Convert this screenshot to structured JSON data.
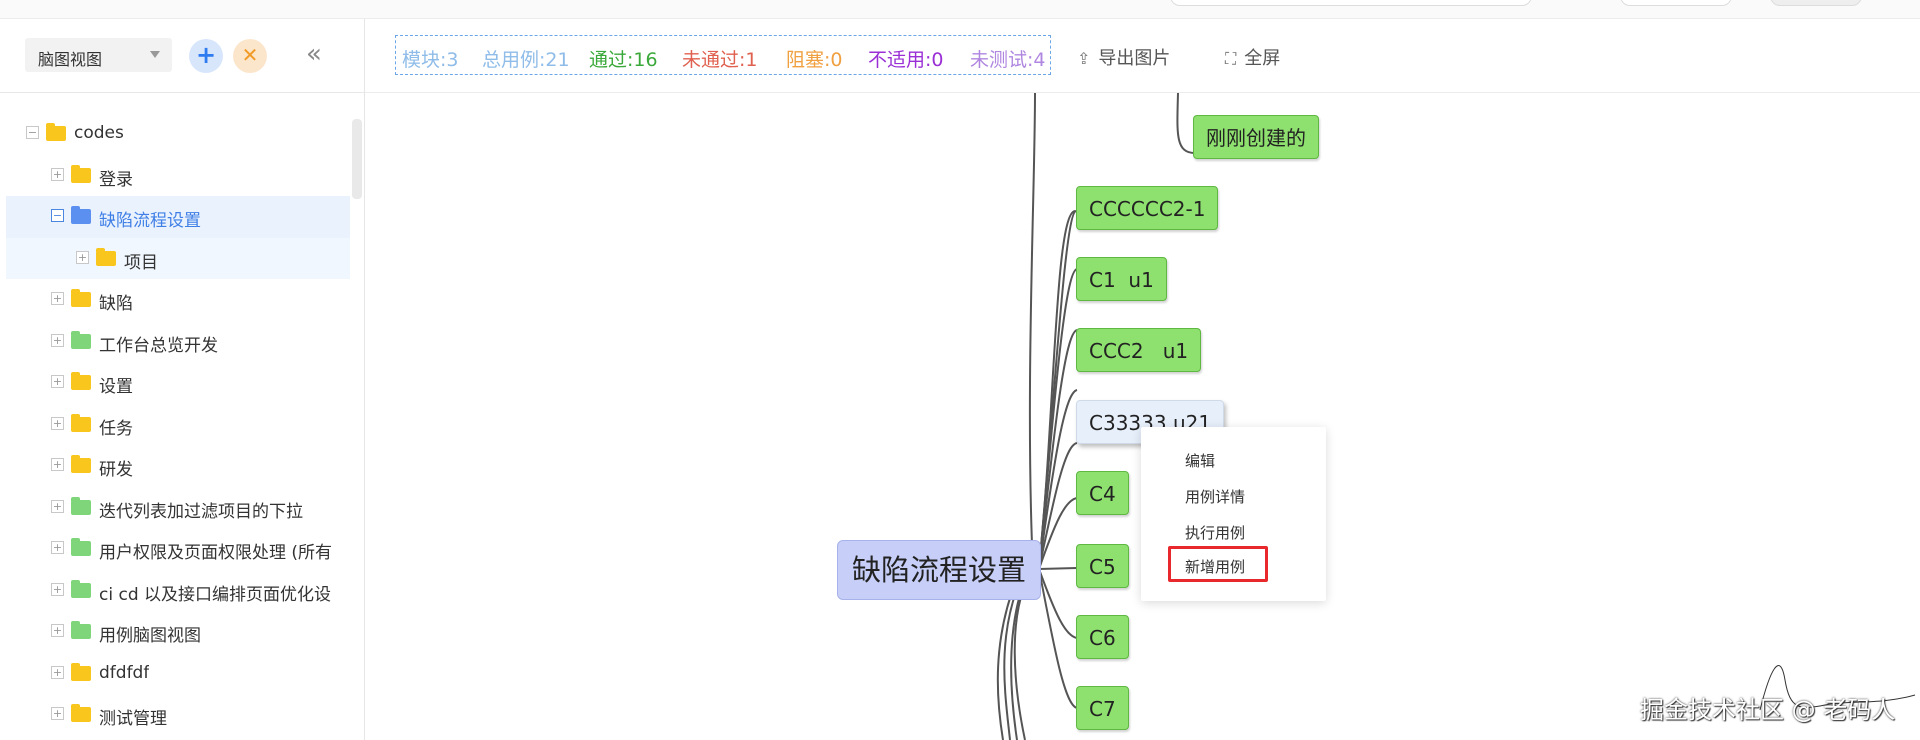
{
  "sidebar": {
    "view_select": "脑图视图",
    "tree": [
      {
        "label": "codes",
        "level": 0,
        "color": "yellow",
        "expanded": true
      },
      {
        "label": "登录",
        "level": 1,
        "color": "yellow",
        "expanded": false
      },
      {
        "label": "缺陷流程设置",
        "level": 1,
        "color": "blue",
        "expanded": true,
        "selected": true
      },
      {
        "label": "项目",
        "level": 2,
        "color": "yellow",
        "expanded": false
      },
      {
        "label": "缺陷",
        "level": 1,
        "color": "yellow",
        "expanded": false
      },
      {
        "label": "工作台总览开发",
        "level": 1,
        "color": "green",
        "expanded": false
      },
      {
        "label": "设置",
        "level": 1,
        "color": "yellow",
        "expanded": false
      },
      {
        "label": "任务",
        "level": 1,
        "color": "yellow",
        "expanded": false
      },
      {
        "label": "研发",
        "level": 1,
        "color": "yellow",
        "expanded": false
      },
      {
        "label": "迭代列表加过滤项目的下拉",
        "level": 1,
        "color": "green",
        "expanded": false
      },
      {
        "label": "用户权限及页面权限处理 (所有",
        "level": 1,
        "color": "green",
        "expanded": false
      },
      {
        "label": "ci cd 以及接口编排页面优化设",
        "level": 1,
        "color": "green",
        "expanded": false
      },
      {
        "label": " 用例脑图视图",
        "level": 1,
        "color": "green",
        "expanded": false
      },
      {
        "label": "dfdfdf",
        "level": 1,
        "color": "yellow",
        "expanded": false
      },
      {
        "label": "测试管理",
        "level": 1,
        "color": "yellow",
        "expanded": false
      }
    ]
  },
  "toolbar": {
    "stats": [
      {
        "text": "模块:3",
        "color": "#8fbce8"
      },
      {
        "text": "总用例:21",
        "color": "#8fbce8"
      },
      {
        "text": "通过:16",
        "color": "#3aa93a"
      },
      {
        "text": "未通过:1",
        "color": "#e0614f"
      },
      {
        "text": "阻塞:0",
        "color": "#f0a040"
      },
      {
        "text": "不适用:0",
        "color": "#9b2fd6"
      },
      {
        "text": "未测试:4",
        "color": "#b087e0"
      }
    ],
    "export_label": "导出图片",
    "fullscreen_label": "全屏"
  },
  "mindmap": {
    "root": "缺陷流程设置",
    "top_node": "刚刚创建的",
    "nodes": [
      "CCCCCC2-1",
      "C1  u1",
      "CCC2   u1",
      "C33333 u21",
      "C4",
      "C5",
      "C6",
      "C7"
    ],
    "selected_node": "C33333 u21"
  },
  "context_menu": {
    "items": [
      "编辑",
      "用例详情",
      "执行用例",
      "新增用例"
    ],
    "highlighted": "新增用例"
  },
  "watermark": "掘金技术社区 @ 老码人"
}
